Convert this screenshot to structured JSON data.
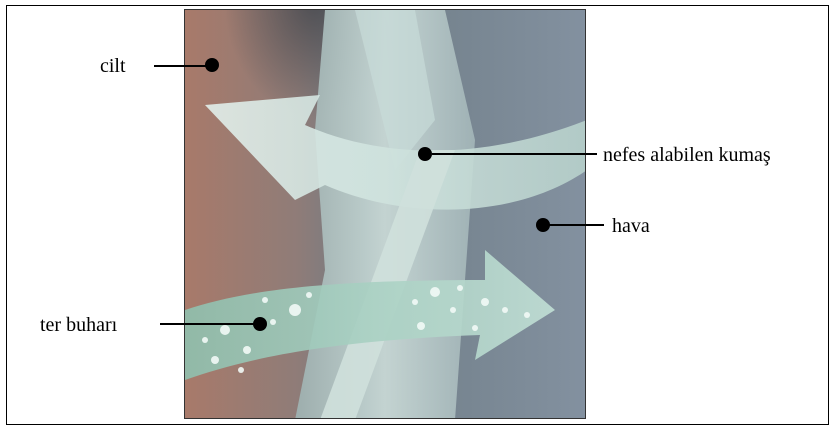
{
  "labels": {
    "skin": "cilt",
    "breathable_fabric": "nefes alabilen kumaş",
    "air": "hava",
    "sweat_vapor": "ter buharı"
  },
  "colors": {
    "skin": "#a87a6a",
    "fabric": "#bcd0cc",
    "air_arrow": "#d6ece6",
    "vapor_arrow": "#a9d2c4",
    "background": "#7f8c9a"
  }
}
